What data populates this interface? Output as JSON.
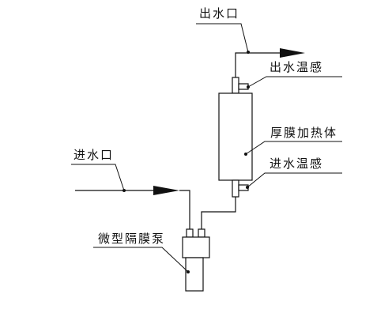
{
  "labels": {
    "outlet": "出水口",
    "outlet_temp_sensor": "出水温感",
    "thick_film_heater": "厚膜加热体",
    "inlet_temp_sensor": "进水温感",
    "inlet": "进水口",
    "diaphragm_pump": "微型隔膜泵"
  }
}
